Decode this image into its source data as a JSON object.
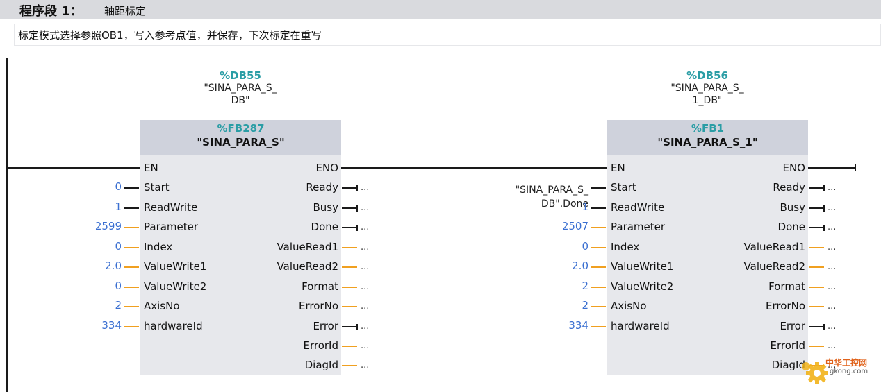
{
  "segment": {
    "title": "程序段 1：",
    "name": "轴距标定"
  },
  "comment": "标定模式选择参照OB1，写入参考点值，并保存，下次标定在重写",
  "block1": {
    "db": "%DB55",
    "db_name_line1": "\"SINA_PARA_S_",
    "db_name_line2": "DB\"",
    "fb": "%FB287",
    "fb_name": "\"SINA_PARA_S\"",
    "inputs": [
      {
        "label": "EN",
        "value": ""
      },
      {
        "label": "Start",
        "value": "0"
      },
      {
        "label": "ReadWrite",
        "value": "1"
      },
      {
        "label": "Parameter",
        "value": "2599"
      },
      {
        "label": "Index",
        "value": "0"
      },
      {
        "label": "ValueWrite1",
        "value": "2.0"
      },
      {
        "label": "ValueWrite2",
        "value": "0"
      },
      {
        "label": "AxisNo",
        "value": "2"
      },
      {
        "label": "hardwareId",
        "value": "334"
      }
    ],
    "outputs": [
      "ENO",
      "Ready",
      "Busy",
      "Done",
      "ValueRead1",
      "ValueRead2",
      "Format",
      "ErrorNo",
      "Error",
      "ErrorId",
      "DiagId"
    ]
  },
  "block2": {
    "db": "%DB56",
    "db_name_line1": "\"SINA_PARA_S_",
    "db_name_line2": "1_DB\"",
    "fb": "%FB1",
    "fb_name": "\"SINA_PARA_S_1\"",
    "start_operand_line1": "\"SINA_PARA_S_",
    "start_operand_line2": "DB\".Done",
    "inputs": [
      {
        "label": "EN",
        "value": ""
      },
      {
        "label": "Start",
        "value": ""
      },
      {
        "label": "ReadWrite",
        "value": "1"
      },
      {
        "label": "Parameter",
        "value": "2507"
      },
      {
        "label": "Index",
        "value": "0"
      },
      {
        "label": "ValueWrite1",
        "value": "2.0"
      },
      {
        "label": "ValueWrite2",
        "value": "2"
      },
      {
        "label": "AxisNo",
        "value": "2"
      },
      {
        "label": "hardwareId",
        "value": "334"
      }
    ],
    "outputs": [
      "ENO",
      "Ready",
      "Busy",
      "Done",
      "ValueRead1",
      "ValueRead2",
      "Format",
      "ErrorNo",
      "Error",
      "ErrorId",
      "DiagId"
    ]
  },
  "unconnected_marker": "...",
  "watermark": {
    "text1": "中华工控网",
    "text2": "gkong.com"
  },
  "colors": {
    "accent": "#2a9da5",
    "constant": "#3a6fd1",
    "bool_wire": "#1a1a1a",
    "data_wire": "#f0a020",
    "header_bg": "#d9dade"
  }
}
